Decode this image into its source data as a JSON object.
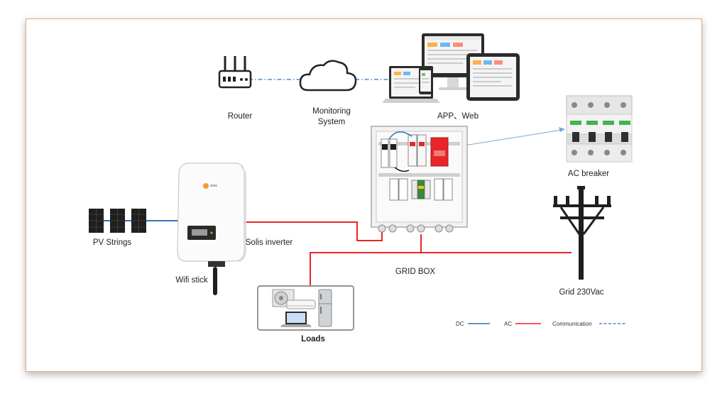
{
  "labels": {
    "router": "Router",
    "monitoring_line1": "Monitoring",
    "monitoring_line2": "System",
    "app_web": "APP、Web",
    "ac_breaker": "AC breaker",
    "pv_strings": "PV Strings",
    "solis_inverter": "Solis inverter",
    "wifi_stick": "Wifi stick",
    "grid_box": "GRID BOX",
    "grid": "Grid 230Vac",
    "loads": "Loads"
  },
  "legend": [
    {
      "label": "DC",
      "color": "#2e75b6",
      "style": "solid"
    },
    {
      "label": "AC",
      "color": "#e8252a",
      "style": "solid"
    },
    {
      "label": "Communication",
      "color": "#2e75b6",
      "style": "dashed"
    }
  ],
  "colors": {
    "dc": "#2e75b6",
    "ac": "#e8252a",
    "communication": "#2e75b6",
    "frame_border": "#e4a77c"
  },
  "icons": [
    "router-icon",
    "cloud-icon",
    "devices-icon",
    "breaker-icon",
    "solar-panel-icon",
    "inverter-icon",
    "wifi-stick-icon",
    "grid-box-icon",
    "utility-pole-icon",
    "appliances-icon"
  ]
}
